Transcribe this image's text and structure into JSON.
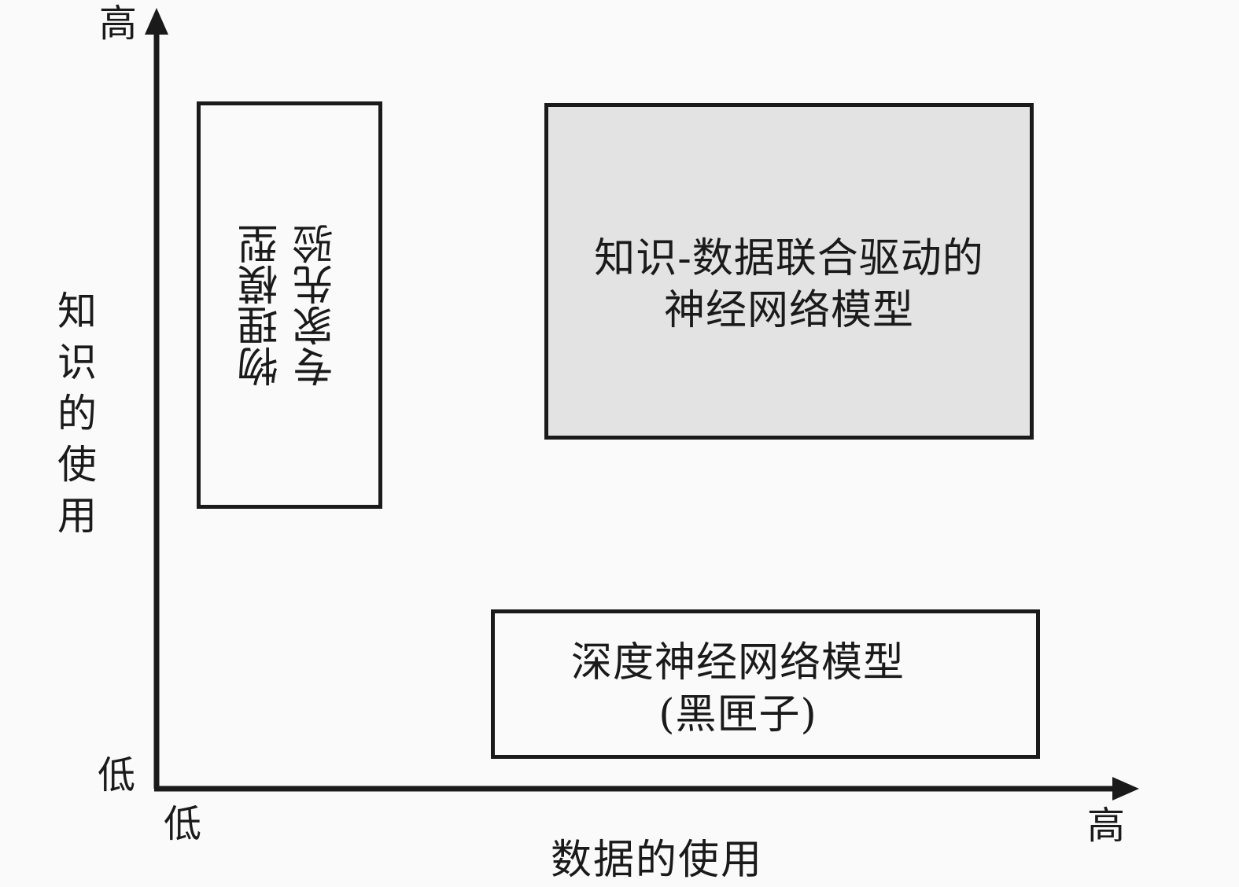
{
  "axes": {
    "y_high": "高",
    "y_low": "低",
    "x_low": "低",
    "x_high": "高",
    "y_title": "知识的使用",
    "x_title": "数据的使用"
  },
  "boxes": {
    "physics": {
      "line1": "物理模型",
      "line2": "专家先验"
    },
    "fusion": {
      "line1": "知识-数据联合驱动的",
      "line2": "神经网络模型",
      "fill": "#e3e3e3"
    },
    "deep": {
      "line1": "深度神经网络模型",
      "line2": "(黑匣子)"
    }
  }
}
